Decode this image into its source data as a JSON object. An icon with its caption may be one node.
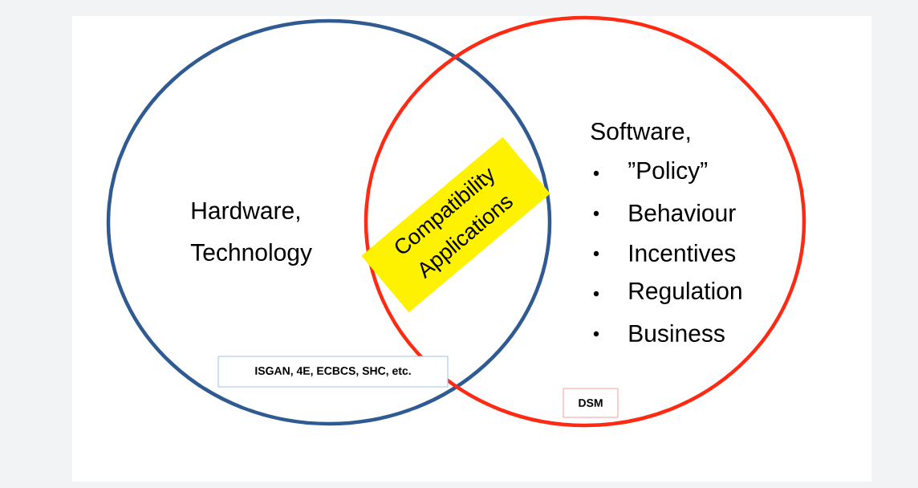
{
  "diagram": {
    "nodes": [
      {
        "text": [
          "Hardware, Technology"
        ]
      },
      {
        "text": [
          "Software,",
          "”Policy”",
          "Behaviour",
          "Incentives",
          "Regulation",
          "Business"
        ]
      },
      {
        "text": [
          "Compatibility Applications"
        ]
      },
      {
        "text": [
          "ISGAN, 4E, ECBCS, SHC, etc."
        ],
        "in": 0
      },
      {
        "text": [
          "DSM"
        ],
        "in": 1
      }
    ]
  }
}
